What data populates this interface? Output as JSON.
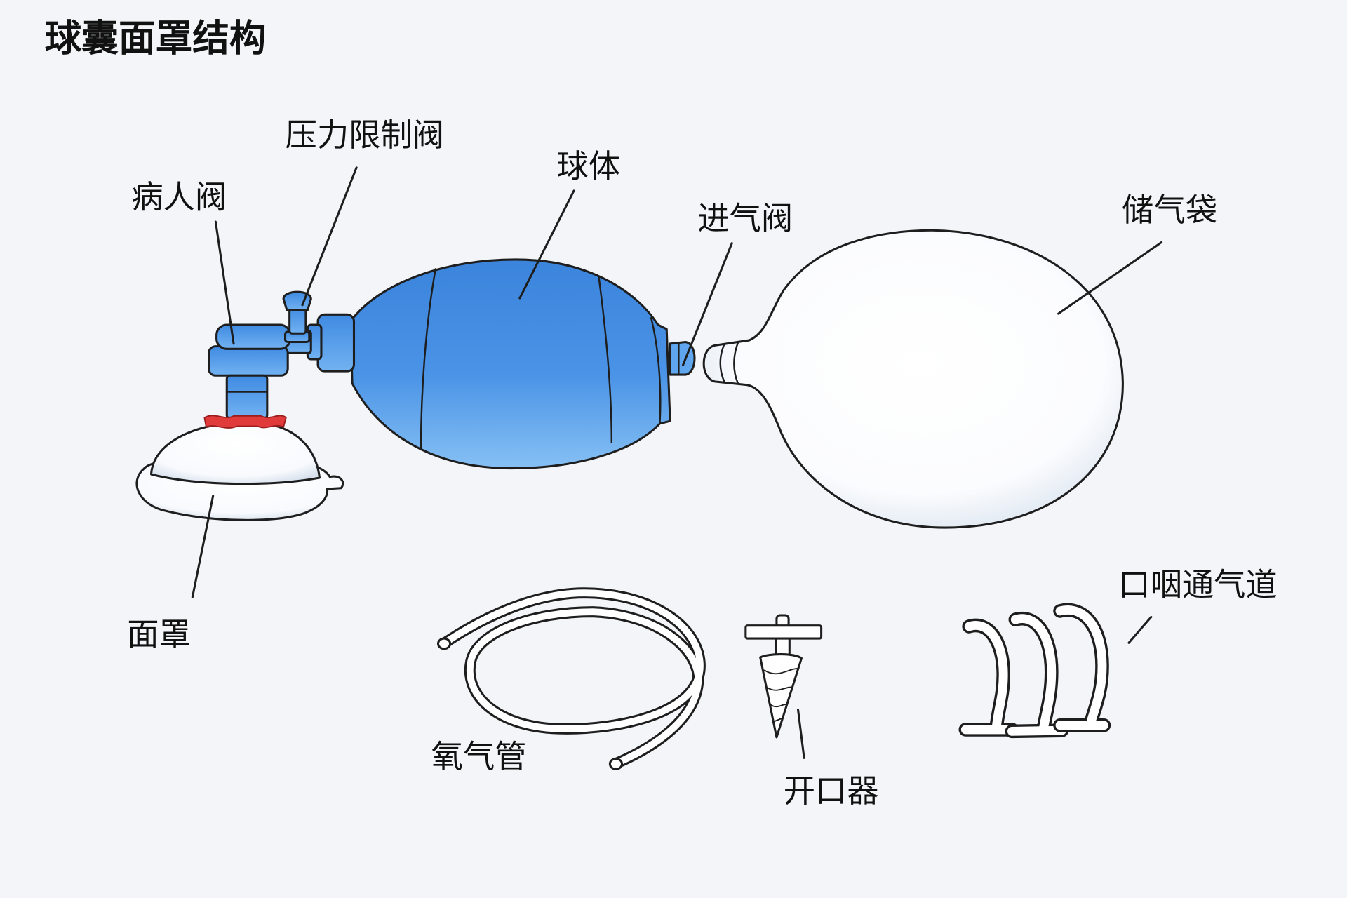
{
  "title": "球囊面罩结构",
  "labels": {
    "pressure_limit_valve": "压力限制阀",
    "bulb": "球体",
    "patient_valve": "病人阀",
    "intake_valve": "进气阀",
    "reservoir_bag": "储气袋",
    "mask": "面罩",
    "oropharyngeal_airway": "口咽通气道",
    "oxygen_tube": "氧气管",
    "mouth_opener": "开口器"
  },
  "colors": {
    "background": "#f3f5f8",
    "bulb_blue": "#4a93e6",
    "connector_red": "#e03a3a"
  }
}
